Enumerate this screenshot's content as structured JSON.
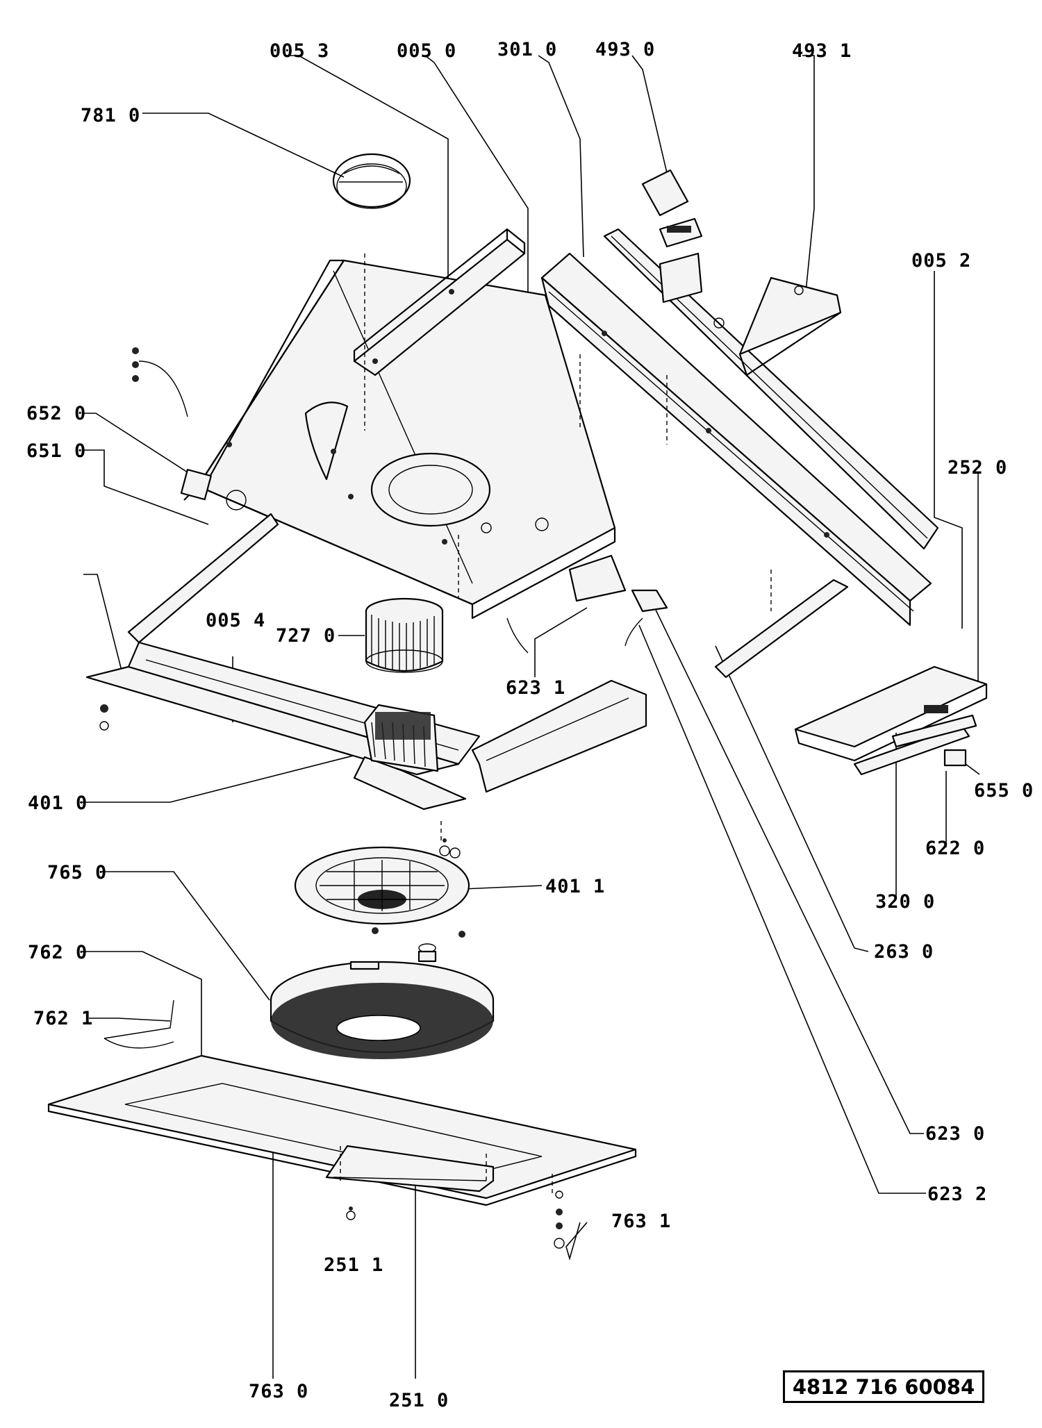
{
  "labels": {
    "l_0053": "005 3",
    "l_0050": "005 0",
    "l_3010": "301 0",
    "l_4930": "493 0",
    "l_4931": "493 1",
    "l_7810": "781 0",
    "l_0052": "005 2",
    "l_6520": "652 0",
    "l_6510": "651 0",
    "l_2520": "252 0",
    "l_0054": "005 4",
    "l_7270": "727 0",
    "l_6231": "623 1",
    "l_4010": "401 0",
    "l_6550": "655 0",
    "l_6220": "622 0",
    "l_7650": "765 0",
    "l_4011": "401 1",
    "l_3200": "320 0",
    "l_7620": "762 0",
    "l_2630": "263 0",
    "l_7621": "762 1",
    "l_6230": "623 0",
    "l_6232": "623 2",
    "l_7631": "763 1",
    "l_2511": "251 1",
    "l_7630": "763 0",
    "l_2510": "251 0"
  },
  "document_number": "4812 716 60084"
}
